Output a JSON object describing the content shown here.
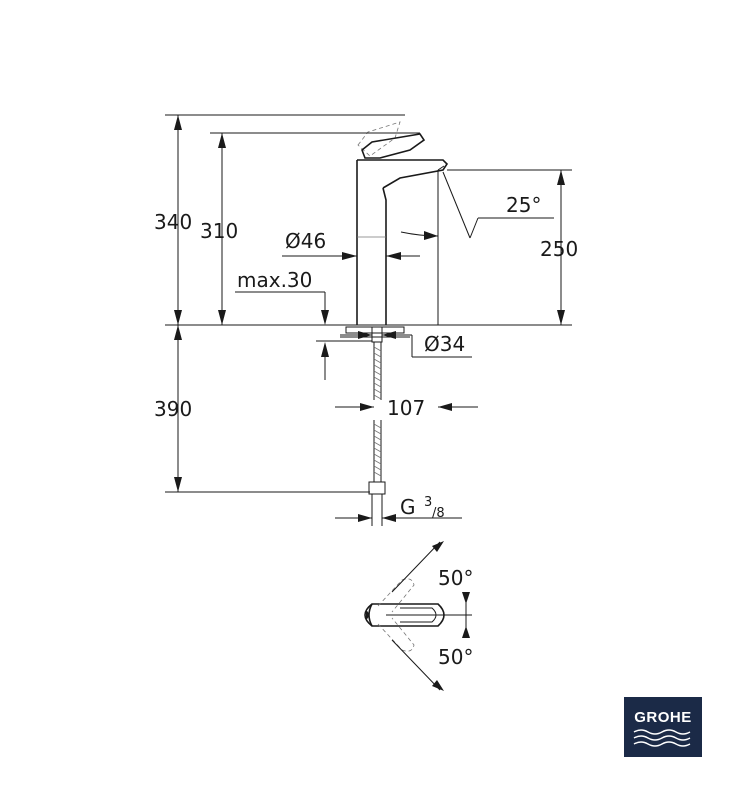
{
  "dimensions": {
    "height_340": "340",
    "height_310": "310",
    "diameter_46": "Ø46",
    "max_30": "max.30",
    "angle_25": "25°",
    "height_250": "250",
    "diameter_34": "Ø34",
    "depth_390": "390",
    "reach_107": "107",
    "thread_g": "G",
    "thread_num": "3",
    "thread_den": "/8",
    "angle_50_top": "50°",
    "angle_50_bottom": "50°"
  },
  "logo": {
    "brand": "GROHE",
    "background": "#1b2a47"
  }
}
